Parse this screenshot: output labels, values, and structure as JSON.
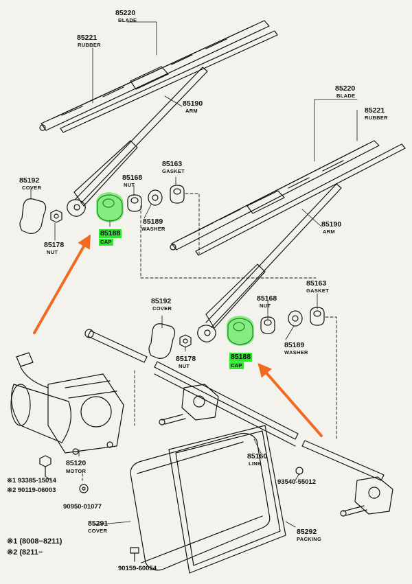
{
  "colors": {
    "highlight": "#2ee62e",
    "arrow": "#f26a21",
    "ink": "#111111",
    "paper": "#f4f2ec"
  },
  "parts": {
    "blade_l": {
      "num": "85220",
      "name": "BLADE"
    },
    "rubber_l": {
      "num": "85221",
      "name": "RUBBER"
    },
    "arm_l": {
      "num": "85190",
      "name": "ARM"
    },
    "gasket_l": {
      "num": "85163",
      "name": "GASKET"
    },
    "nut168_l": {
      "num": "85168",
      "name": "NUT"
    },
    "cover_l": {
      "num": "85192",
      "name": "COVER"
    },
    "washer_l": {
      "num": "85189",
      "name": "WASHER"
    },
    "cap_l": {
      "num": "85188",
      "name": "CAP"
    },
    "nut178_l": {
      "num": "85178",
      "name": "NUT"
    },
    "blade_r": {
      "num": "85220",
      "name": "BLADE"
    },
    "rubber_r": {
      "num": "85221",
      "name": "RUBBER"
    },
    "arm_r": {
      "num": "85190",
      "name": "ARM"
    },
    "nut168_r": {
      "num": "85168",
      "name": "NUT"
    },
    "gasket_r": {
      "num": "85163",
      "name": "GASKET"
    },
    "cover_r": {
      "num": "85192",
      "name": "COVER"
    },
    "washer_r": {
      "num": "85189",
      "name": "WASHER"
    },
    "cap_r": {
      "num": "85188",
      "name": "CAP"
    },
    "nut178_r": {
      "num": "85178",
      "name": "NUT"
    },
    "link": {
      "num": "85160",
      "name": "LINK"
    },
    "motor": {
      "num": "85120",
      "name": "MOTOR"
    },
    "cover291": {
      "num": "85291",
      "name": "COVER"
    },
    "packing": {
      "num": "85292",
      "name": "PACKING"
    }
  },
  "fasteners": {
    "bolt1": "※1 93385-15014",
    "bolt2": "※2 90119-06003",
    "washer": "90950-01077",
    "grommet": "93540-55012",
    "screw": "90159-60054"
  },
  "notes": {
    "n1": "※1 (8008−8211)",
    "n2": "※2 (8211−"
  }
}
